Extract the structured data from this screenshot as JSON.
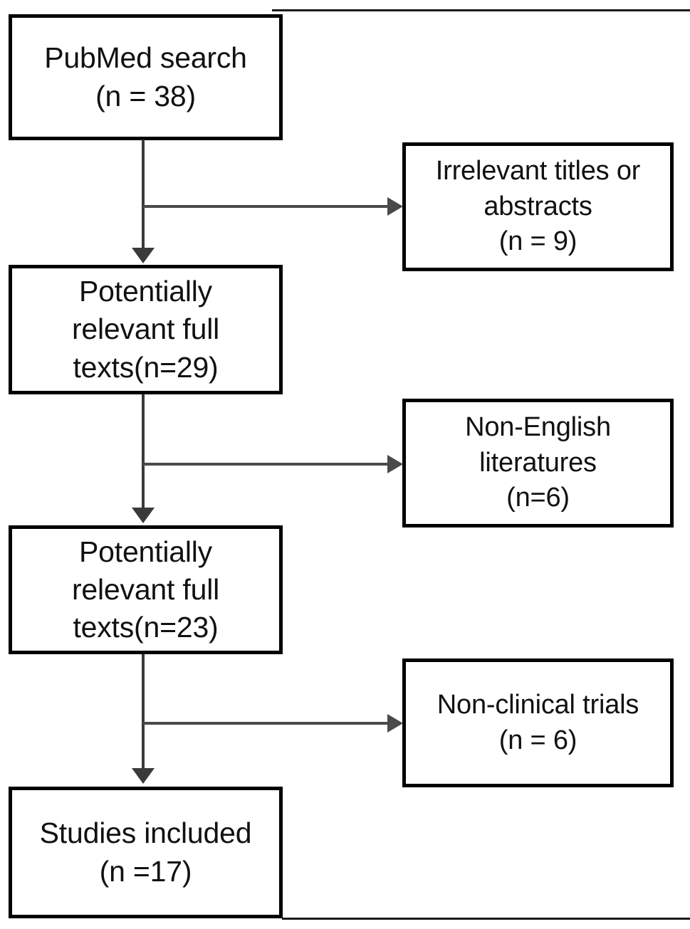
{
  "figure": {
    "type": "prisma-study-selection-flowchart",
    "title": "",
    "colors": {
      "box_border": "#000000",
      "box_fill": "#ffffff",
      "connector": "#3a3a3a",
      "branch_connector": "#4a4a4a",
      "text": "#111111"
    }
  },
  "flow": {
    "main_boxes": [
      {
        "id": "pubmed-search",
        "name": "PubMed search",
        "lines": [
          "PubMed search",
          "(n = 38)"
        ],
        "count": 38
      },
      {
        "id": "potentially-relevant-29",
        "name": "Potentially relevant full texts",
        "lines": [
          "Potentially",
          "relevant full",
          "texts(n=29)"
        ],
        "count": 29
      },
      {
        "id": "potentially-relevant-23",
        "name": "Potentially relevant full texts",
        "lines": [
          "Potentially",
          "relevant full",
          "texts(n=23)"
        ],
        "count": 23
      },
      {
        "id": "studies-included",
        "name": "Studies included",
        "lines": [
          "Studies included",
          "(n =17)"
        ],
        "count": 17
      }
    ],
    "exclusion_boxes": [
      {
        "id": "irrelevant-titles-abstracts",
        "name": "Irrelevant titles or abstracts",
        "lines": [
          "Irrelevant titles or",
          "abstracts",
          "(n = 9)"
        ],
        "count": 9
      },
      {
        "id": "non-english-literatures",
        "name": "Non-English literatures",
        "lines": [
          "Non-English",
          "literatures",
          "(n=6)"
        ],
        "count": 6
      },
      {
        "id": "non-clinical-trials",
        "name": "Non-clinical trials",
        "lines": [
          "Non-clinical trials",
          "(n = 6)"
        ],
        "count": 6
      }
    ],
    "connectors": [
      {
        "id": "pubmed-to-relevant29",
        "from": "pubmed-search",
        "to": "potentially-relevant-29",
        "direction": "down"
      },
      {
        "id": "relevant29-to-relevant23",
        "from": "potentially-relevant-29",
        "to": "potentially-relevant-23",
        "direction": "down"
      },
      {
        "id": "relevant23-to-included",
        "from": "potentially-relevant-23",
        "to": "studies-included",
        "direction": "down"
      },
      {
        "id": "branch-irrelevant",
        "from": "pubmed-search",
        "to": "irrelevant-titles-abstracts",
        "direction": "right"
      },
      {
        "id": "branch-non-english",
        "from": "potentially-relevant-29",
        "to": "non-english-literatures",
        "direction": "right"
      },
      {
        "id": "branch-non-clinical",
        "from": "potentially-relevant-23",
        "to": "non-clinical-trials",
        "direction": "right"
      }
    ]
  }
}
